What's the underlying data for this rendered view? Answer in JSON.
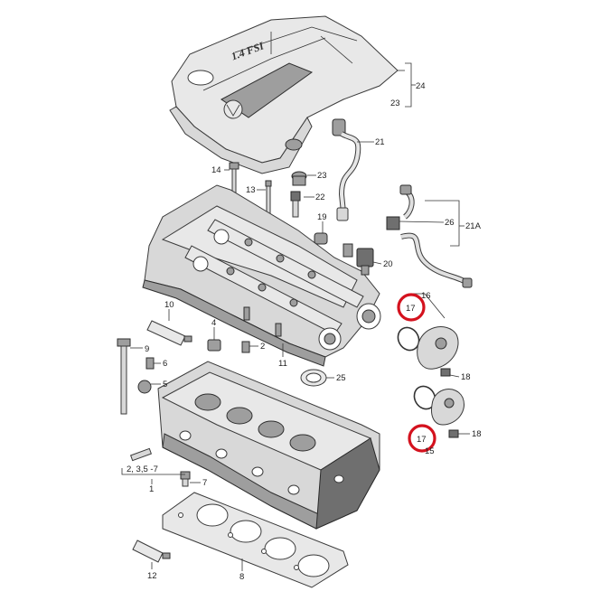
{
  "engine_cover_text": "1.4 FSI",
  "highlight_color": "#d4121e",
  "callouts": [
    {
      "id": "c24",
      "text": "24"
    },
    {
      "id": "c23a",
      "text": "23"
    },
    {
      "id": "c21",
      "text": "21"
    },
    {
      "id": "c14",
      "text": "14"
    },
    {
      "id": "c23b",
      "text": "23"
    },
    {
      "id": "c13",
      "text": "13"
    },
    {
      "id": "c22",
      "text": "22"
    },
    {
      "id": "c19",
      "text": "19"
    },
    {
      "id": "c26",
      "text": "26"
    },
    {
      "id": "c21A",
      "text": "21A"
    },
    {
      "id": "c20",
      "text": "20"
    },
    {
      "id": "c16",
      "text": "16"
    },
    {
      "id": "c17a",
      "text": "17"
    },
    {
      "id": "c10",
      "text": "10"
    },
    {
      "id": "c4",
      "text": "4"
    },
    {
      "id": "c9",
      "text": "9"
    },
    {
      "id": "c2",
      "text": "2"
    },
    {
      "id": "c6",
      "text": "6"
    },
    {
      "id": "c11",
      "text": "11"
    },
    {
      "id": "c5",
      "text": "5"
    },
    {
      "id": "c25",
      "text": "25"
    },
    {
      "id": "c18a",
      "text": "18"
    },
    {
      "id": "c17b",
      "text": "17"
    },
    {
      "id": "c15",
      "text": "15"
    },
    {
      "id": "c18b",
      "text": "18"
    },
    {
      "id": "c2357",
      "text": "2, 3,5 -7"
    },
    {
      "id": "c1",
      "text": "1"
    },
    {
      "id": "c7",
      "text": "7"
    },
    {
      "id": "c12",
      "text": "12"
    },
    {
      "id": "c8",
      "text": "8"
    }
  ]
}
